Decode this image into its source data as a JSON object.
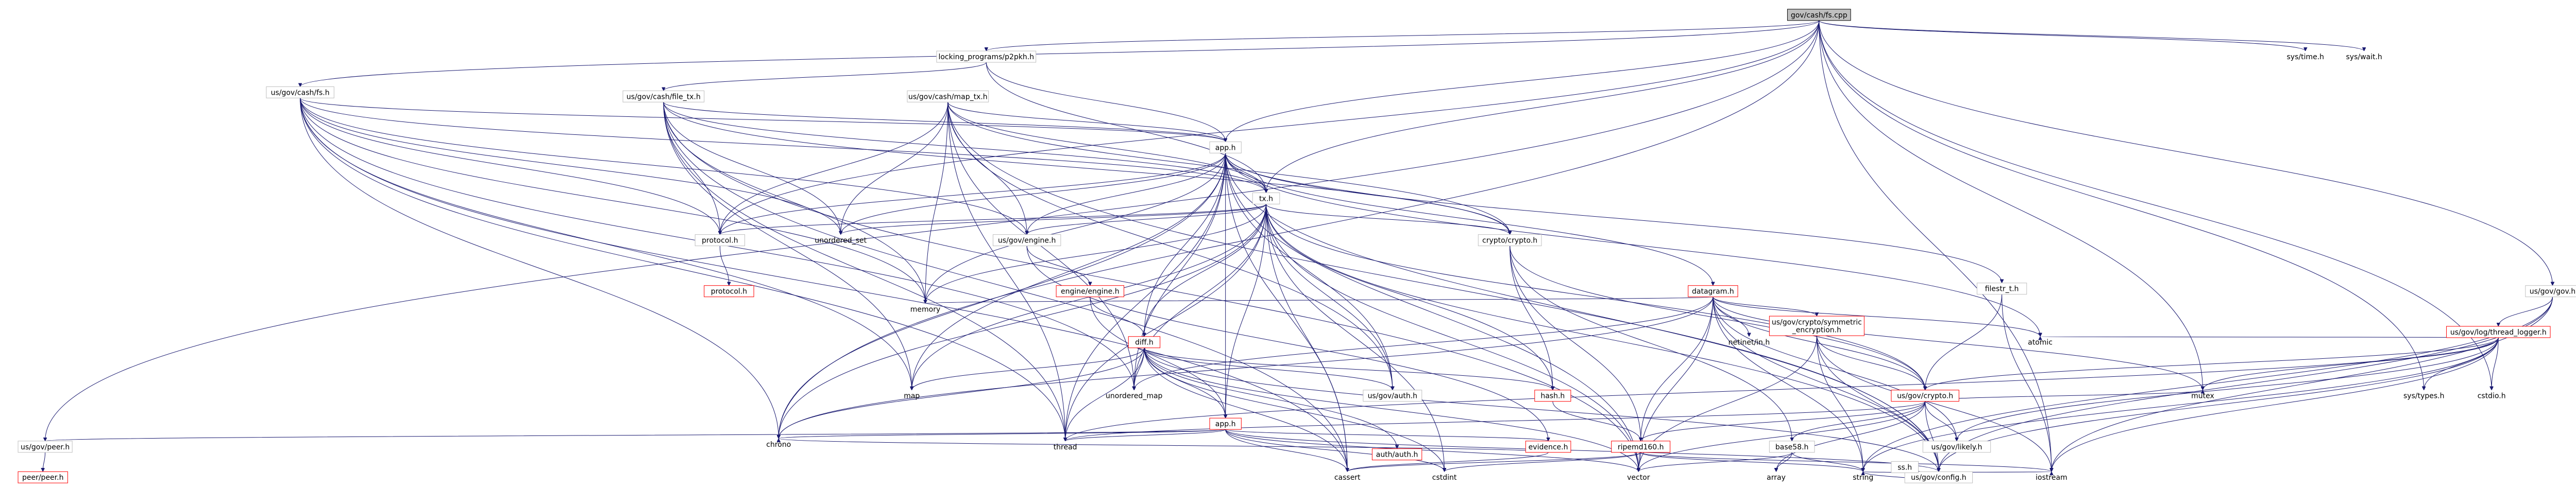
{
  "graph": {
    "title": "",
    "nodes": [
      {
        "id": "root",
        "label": "gov/cash/fs.cpp",
        "kind": "root",
        "link": false
      },
      {
        "id": "locking",
        "label": "locking_programs/p2pkh.h",
        "kind": "normal",
        "link": true
      },
      {
        "id": "fsh",
        "label": "us/gov/cash/fs.h",
        "kind": "normal",
        "link": true
      },
      {
        "id": "filetx",
        "label": "us/gov/cash/file_tx.h",
        "kind": "normal",
        "link": true
      },
      {
        "id": "maptx",
        "label": "us/gov/cash/map_tx.h",
        "kind": "normal",
        "link": true
      },
      {
        "id": "app",
        "label": "app.h",
        "kind": "normal",
        "link": true
      },
      {
        "id": "tx",
        "label": "tx.h",
        "kind": "normal",
        "link": true
      },
      {
        "id": "govh",
        "label": "us/gov/gov.h",
        "kind": "normal",
        "link": true
      },
      {
        "id": "systime",
        "label": "sys/time.h",
        "kind": "plain",
        "link": false
      },
      {
        "id": "syswait",
        "label": "sys/wait.h",
        "kind": "plain",
        "link": false
      },
      {
        "id": "protocol",
        "label": "protocol.h",
        "kind": "normal",
        "link": true
      },
      {
        "id": "protocolh",
        "label": "protocol.h",
        "kind": "red",
        "link": true
      },
      {
        "id": "unordset",
        "label": "unordered_set",
        "kind": "plain",
        "link": false
      },
      {
        "id": "engineh",
        "label": "us/gov/engine.h",
        "kind": "normal",
        "link": true
      },
      {
        "id": "cryptoh",
        "label": "crypto/crypto.h",
        "kind": "normal",
        "link": true
      },
      {
        "id": "datagram",
        "label": "datagram.h",
        "kind": "red",
        "link": true
      },
      {
        "id": "filestr",
        "label": "filestr_t.h",
        "kind": "normal",
        "link": true
      },
      {
        "id": "engineengine",
        "label": "engine/engine.h",
        "kind": "red",
        "link": true
      },
      {
        "id": "diffh",
        "label": "diff.h",
        "kind": "red",
        "link": true
      },
      {
        "id": "memory",
        "label": "memory",
        "kind": "plain",
        "link": false
      },
      {
        "id": "map",
        "label": "map",
        "kind": "plain",
        "link": false
      },
      {
        "id": "unordmap",
        "label": "unordered_map",
        "kind": "plain",
        "link": false
      },
      {
        "id": "appred",
        "label": "app.h",
        "kind": "red",
        "link": true
      },
      {
        "id": "authh",
        "label": "us/gov/auth.h",
        "kind": "normal",
        "link": true
      },
      {
        "id": "authauth",
        "label": "auth/auth.h",
        "kind": "red",
        "link": true
      },
      {
        "id": "hashh",
        "label": "hash.h",
        "kind": "red",
        "link": true
      },
      {
        "id": "cryptoredh",
        "label": "us/gov/crypto.h",
        "kind": "red",
        "link": true
      },
      {
        "id": "ripemd",
        "label": "ripemd160.h",
        "kind": "red",
        "link": true
      },
      {
        "id": "evidence",
        "label": "evidence.h",
        "kind": "red",
        "link": true
      },
      {
        "id": "chrono",
        "label": "chrono",
        "kind": "plain",
        "link": false
      },
      {
        "id": "thread",
        "label": "thread",
        "kind": "plain",
        "link": false
      },
      {
        "id": "base58",
        "label": "base58.h",
        "kind": "normal",
        "link": true
      },
      {
        "id": "likely",
        "label": "us/gov/likely.h",
        "kind": "normal",
        "link": true
      },
      {
        "id": "config",
        "label": "us/gov/config.h",
        "kind": "normal",
        "link": true
      },
      {
        "id": "ssh",
        "label": "ss.h",
        "kind": "normal",
        "link": true
      },
      {
        "id": "cassert",
        "label": "cassert",
        "kind": "plain",
        "link": false
      },
      {
        "id": "cstdint",
        "label": "cstdint",
        "kind": "plain",
        "link": false
      },
      {
        "id": "vector",
        "label": "vector",
        "kind": "plain",
        "link": false
      },
      {
        "id": "array",
        "label": "array",
        "kind": "plain",
        "link": false
      },
      {
        "id": "string",
        "label": "string",
        "kind": "plain",
        "link": false
      },
      {
        "id": "iostream",
        "label": "iostream",
        "kind": "plain",
        "link": false
      },
      {
        "id": "mutex",
        "label": "mutex",
        "kind": "plain",
        "link": false
      },
      {
        "id": "atomic",
        "label": "atomic",
        "kind": "plain",
        "link": false
      },
      {
        "id": "netinet",
        "label": "netinet/in.h",
        "kind": "plain",
        "link": false
      },
      {
        "id": "symenc",
        "label": "us/gov/crypto/symmetric\n_encryption.h",
        "kind": "red",
        "link": true
      },
      {
        "id": "peerh",
        "label": "us/gov/peer.h",
        "kind": "normal",
        "link": true
      },
      {
        "id": "peerpeer",
        "label": "peer/peer.h",
        "kind": "red",
        "link": true
      },
      {
        "id": "threadlogger",
        "label": "us/gov/log/thread_logger.h",
        "kind": "red",
        "link": true
      },
      {
        "id": "systypes",
        "label": "sys/types.h",
        "kind": "plain",
        "link": false
      },
      {
        "id": "cstdio",
        "label": "cstdio.h",
        "kind": "plain",
        "link": false
      }
    ]
  }
}
